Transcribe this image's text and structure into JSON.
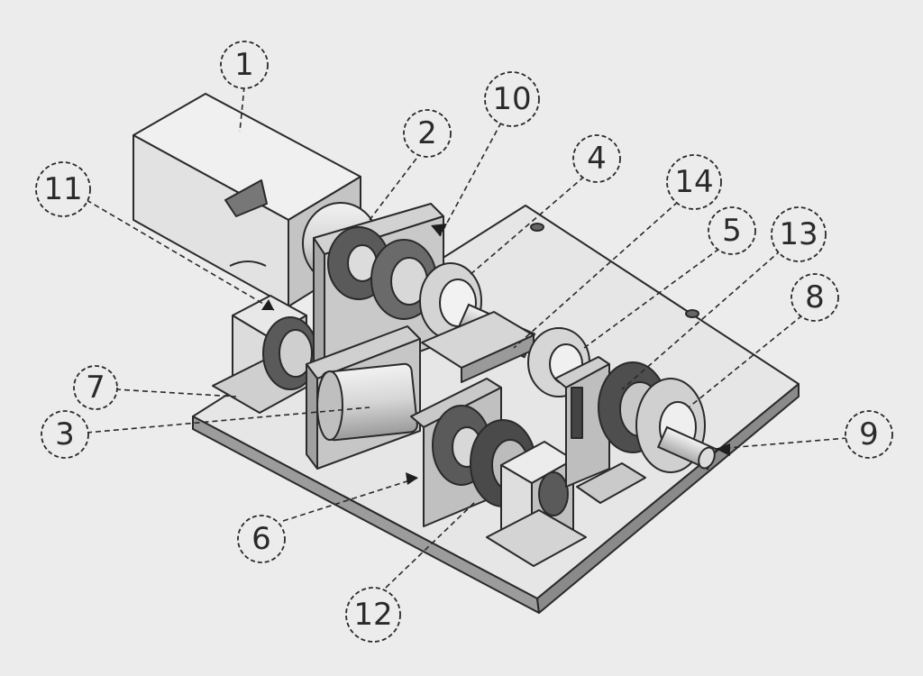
{
  "drawing": {
    "type": "exploded isometric assembly with numbered item balloons",
    "colors": {
      "background": "#ececec",
      "line": "#2a2a2a",
      "part_light": "#e4e4e4",
      "part_mid": "#b9b9b9",
      "part_dark": "#555555"
    },
    "balloons": [
      {
        "label": "1"
      },
      {
        "label": "2"
      },
      {
        "label": "10"
      },
      {
        "label": "4"
      },
      {
        "label": "14"
      },
      {
        "label": "11"
      },
      {
        "label": "5"
      },
      {
        "label": "13"
      },
      {
        "label": "8"
      },
      {
        "label": "7"
      },
      {
        "label": "3"
      },
      {
        "label": "9"
      },
      {
        "label": "6"
      },
      {
        "label": "12"
      }
    ]
  }
}
